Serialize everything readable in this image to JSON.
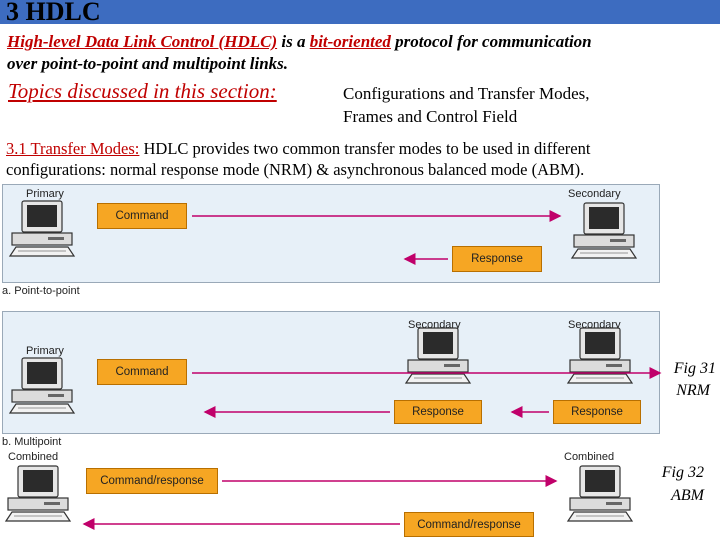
{
  "title": "3 HDLC",
  "intro": {
    "line1_parts": [
      "High-level Data Link Control (HDLC)",
      " is a ",
      "bit-oriented",
      " protocol for communication"
    ],
    "line2": "over point-to-point and multipoint links."
  },
  "topics": {
    "label": "Topics discussed in this section:",
    "line1": "Configurations and Transfer Modes,",
    "line2": "Frames and Control Field"
  },
  "section": {
    "heading": "3.1 Transfer Modes:",
    "line1_rest": " HDLC provides two common transfer modes to be used in different",
    "line2": "configurations: normal response mode (NRM) & asynchronous balanced mode (ABM)."
  },
  "diagram_a": {
    "primary": "Primary",
    "secondary": "Secondary",
    "command": "Command",
    "response": "Response",
    "caption": "a. Point-to-point"
  },
  "diagram_b": {
    "primary": "Primary",
    "secondary_1": "Secondary",
    "secondary_2": "Secondary",
    "command": "Command",
    "response_1": "Response",
    "response_2": "Response",
    "caption": "b. Multipoint"
  },
  "diagram_c": {
    "combined_1": "Combined",
    "combined_2": "Combined",
    "command_response_1": "Command/response",
    "command_response_2": "Command/response"
  },
  "figures": {
    "fig31_line1": "Fig 31",
    "fig31_line2": "NRM",
    "fig32_line1": "Fig 32",
    "fig32_line2": "ABM"
  },
  "colors": {
    "title_bar": "#3d6cc0",
    "accent_red": "#c00000",
    "panel": "#e7f0f8",
    "box": "#f6a623",
    "arrow": "#c0006a"
  }
}
